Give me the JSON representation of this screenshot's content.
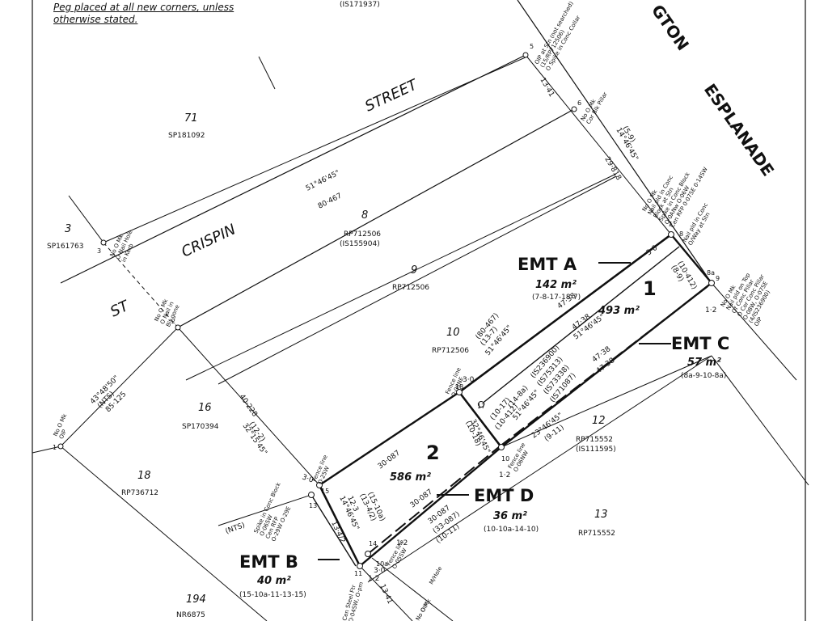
{
  "note": {
    "line1": "Peg placed at all new corners, unless",
    "line2": "otherwise stated."
  },
  "roads": {
    "esplanade_a": "GTON",
    "esplanade_b": "ESPLANADE",
    "crispin_a": "STREET",
    "crispin_b": "CRISPIN",
    "crispin_c": "ST"
  },
  "lots": {
    "l71": "71",
    "l71_plan": "SP181092",
    "l3": "3",
    "l3_plan": "SP161763",
    "l8": "8",
    "l8_plan": "RP712506",
    "l8_plan2": "(IS155904)",
    "l9": "9",
    "l9_plan": "RP712506",
    "l10": "10",
    "l10_plan": "RP712506",
    "l16": "16",
    "l16_plan": "SP170394",
    "l18": "18",
    "l18_plan": "RP736712",
    "l12": "12",
    "l12_plan": "RP715552",
    "l12_plan2": "(IS111595)",
    "l13": "13",
    "l13_plan": "RP715552",
    "l194": "194",
    "l194_plan": "NR6875",
    "top_ref": "(IS171937)"
  },
  "new_lots": {
    "lot1": "1",
    "lot1_area": "493 m²",
    "lot2": "2",
    "lot2_area": "586 m²"
  },
  "easements": {
    "a_name": "EMT A",
    "a_area": "142 m²",
    "a_ref": "(7-8-17-18-7)",
    "b_name": "EMT B",
    "b_area": "40 m²",
    "b_ref": "(15-10a-11-13-15)",
    "c_name": "EMT C",
    "c_area": "57 m²",
    "c_ref": "(8a-9-10-8a)",
    "d_name": "EMT D",
    "d_area": "36 m²",
    "d_ref": "(10-10a-14-10)"
  },
  "dims": {
    "d1": "51°46'45\"",
    "d1b": "80·467",
    "d2": "14°46'45\"",
    "d2b": "(5-9)",
    "d2c": "29·818",
    "d3": "13·41",
    "d4": "43°48'50\"",
    "d4b": "(NTS)",
    "d4c": "85·125",
    "d5": "40·228",
    "d6": "32°15'45\"",
    "d6b": "(12-2)",
    "d7": "47·38",
    "d8": "47·38",
    "d9": "51°46'45\"",
    "d10": "(80-467)",
    "d11": "(13-7)",
    "d12": "51°46'45\"",
    "d13": "3·0",
    "d14": "(10·412)",
    "d15": "(8-9)",
    "d16": "47·38",
    "d17": "47·38",
    "d18": "(IS236900)",
    "d19": "(IS75313)",
    "d20": "(IS73338)",
    "d21": "(IS71087)",
    "d22": "(14-8a)",
    "d23": "51°46'45\"",
    "d24": "(10-17)",
    "d25": "(10·412)",
    "d26": "32°46'45\"",
    "d27": "(10-18)",
    "d28": "23°46'45\"",
    "d29": "(9-11)",
    "d30": "30·087",
    "d31": "30·087",
    "d32": "30·087",
    "d33": "(33-087)",
    "d34": "(10-11)",
    "d35": "14°46'45\"",
    "d36": "(13-4/2)",
    "d37": "(15-10a)",
    "d38": "12·3",
    "d39": "13·4/2",
    "d40": "3·0",
    "d41": "3·0",
    "d42": "3·0",
    "d43": "13·41",
    "d44": "1·2",
    "d45": "1·2",
    "d46": "1·2",
    "d47": "1·2",
    "nts": "(NTS)"
  },
  "stations": {
    "s1": "1",
    "s2": "2",
    "s3": "3",
    "s5": "5",
    "s6": "6",
    "s7": "7",
    "s8": "8",
    "s8a": "8a",
    "s9": "9",
    "s10": "10",
    "s10a": "10a",
    "s11": "11",
    "s13": "13",
    "s14": "14",
    "s15": "15",
    "s17": "17",
    "s18": "18"
  },
  "marks": {
    "m1a": "No O Mk",
    "m1b": "OIP",
    "m2a": "No O Mk",
    "m2b": "O Nail in",
    "m2c": "Bit gone",
    "m3a": "No O Mk",
    "m3b": "O Nail Hole",
    "m3c": "in Kerb",
    "m5a": "OIP at Stn (not searched)",
    "m5b": "(15/RP712506)",
    "m5c": "O Spike in Conc Collar",
    "m6a": "No O Mk",
    "m6b": "Cor Blk Pillar",
    "m7a": "No O Mk",
    "m7b": "Nail pld in Conc",
    "m7c": "Block at Stn",
    "m7d": "Spike in Conc Block",
    "m7e": "O·0ANw O·06W",
    "m7f": "Cen RFP 0·07SE 0·14SW",
    "m8a": "Nail pld in Conc",
    "m8b": "O/Way at Stn",
    "m9a": "No O Mk",
    "m9b": "Nail pld on Top",
    "m9c": "Of Conc Pillar",
    "m9d": "O Cor Conc Pillar",
    "m9e": "O·08W, O·07SE",
    "m9f": "(4/IS236900)",
    "m9g": "OIP",
    "m10a": "Fence line",
    "m10b": "O·06NW",
    "m13a": "Spike in Conc Block",
    "m13b": "O·06SW",
    "m13c": "Cen RFP",
    "m13d": "O·29W O·29E",
    "m15a": "Fence line",
    "m15b": "O·25W",
    "m14a": "Fence line",
    "m14b": "O·05SW",
    "m18a": "Fence line",
    "m18b": "O·06NE",
    "m11a": "Cen Steel Ftr",
    "m11b": "O·04SW, O·pm",
    "m20a": "No O Mk",
    "m20b": "OIP",
    "m20c": "M/Hole"
  }
}
